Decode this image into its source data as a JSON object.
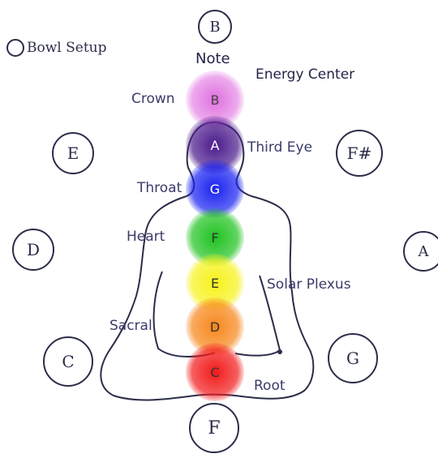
{
  "bowl_setup": {
    "label": "Bowl Setup"
  },
  "header": {
    "note_label": "Note",
    "energy_label": "Energy Center"
  },
  "note_circles": {
    "top": "B",
    "upper_left": "E",
    "mid_left": "D",
    "lower_left": "C",
    "bottom": "F",
    "upper_right": "F#",
    "mid_right": "A",
    "lower_right": "G"
  },
  "chakras": [
    {
      "name": "Crown",
      "note": "B",
      "color": "#e070e0",
      "text_color": "#444444"
    },
    {
      "name": "Third Eye",
      "note": "A",
      "color": "#4b1a8c",
      "text_color": "#ffffff"
    },
    {
      "name": "Throat",
      "note": "G",
      "color": "#1a22f0",
      "text_color": "#ffffff"
    },
    {
      "name": "Heart",
      "note": "F",
      "color": "#1fc21f",
      "text_color": "#333333"
    },
    {
      "name": "Solar Plexus",
      "note": "E",
      "color": "#f7f21a",
      "text_color": "#333333"
    },
    {
      "name": "Sacral",
      "note": "D",
      "color": "#f7861a",
      "text_color": "#333333"
    },
    {
      "name": "Root",
      "note": "C",
      "color": "#f21a1a",
      "text_color": "#333333"
    }
  ],
  "colors": {
    "outline": "#2b2d4a",
    "label": "#3a3c6a"
  }
}
